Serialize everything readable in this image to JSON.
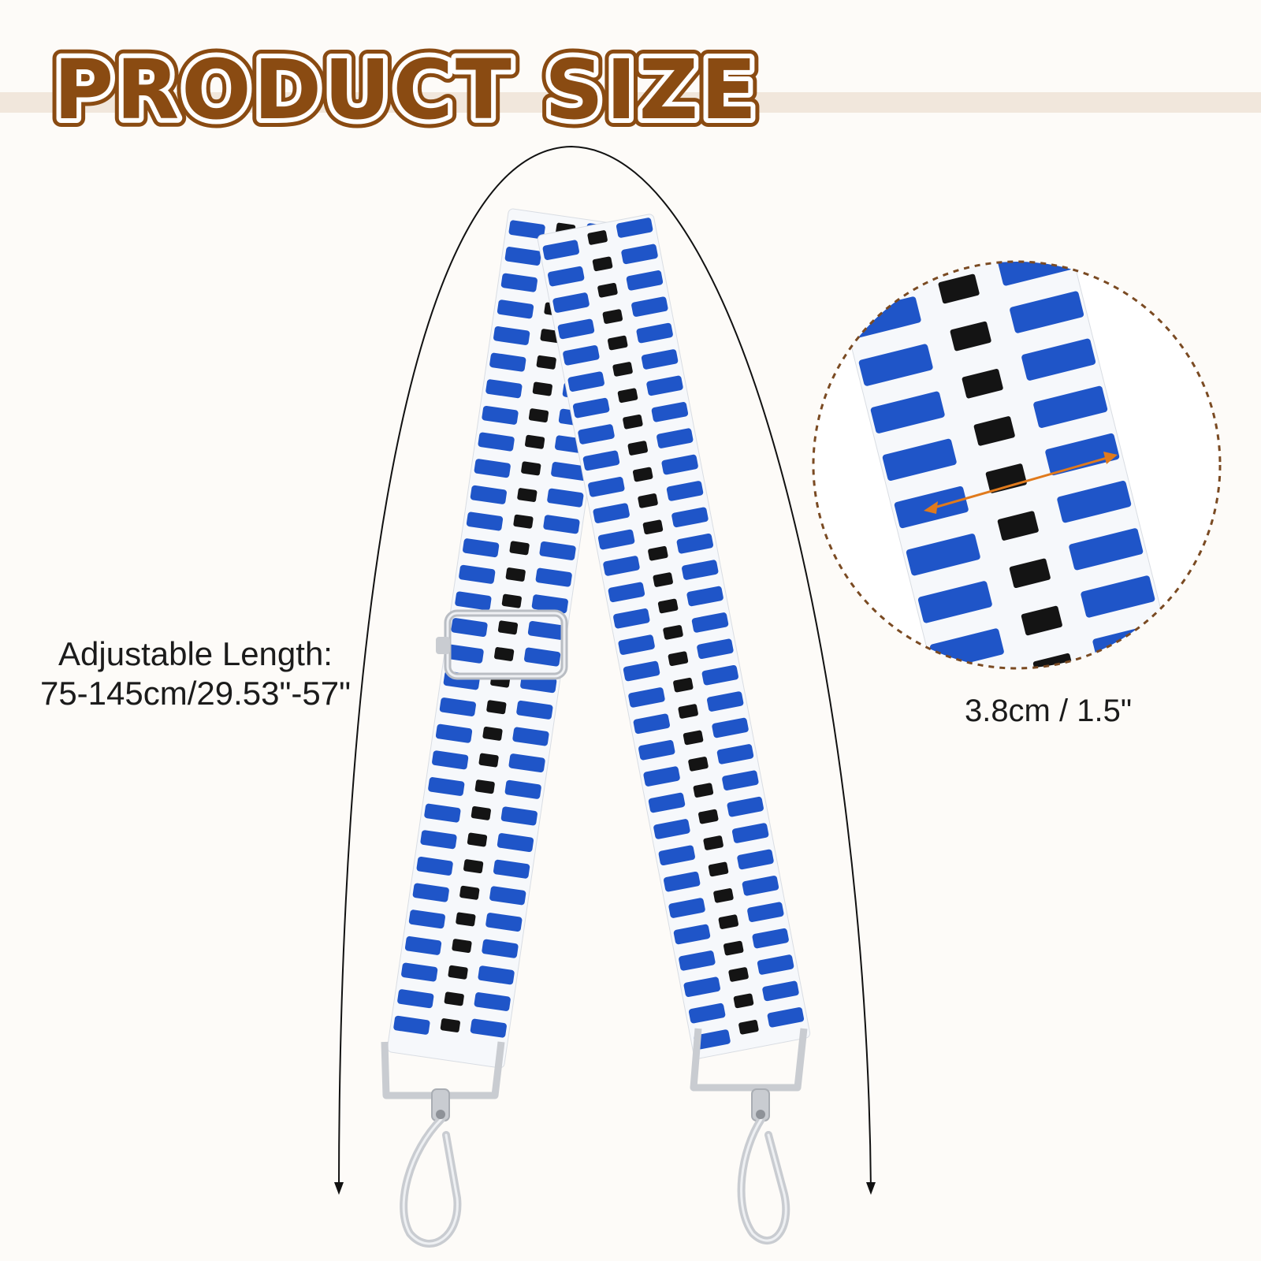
{
  "title": "PRODUCT SIZE",
  "length_label": {
    "line1": "Adjustable Length:",
    "line2": "75-145cm/29.53\"-57\""
  },
  "width_label": "3.8cm / 1.5\"",
  "colors": {
    "title_fill": "#8a4b12",
    "title_outline": "#ffffff",
    "band": "#f1e7dc",
    "strap_blue": "#1f55c8",
    "strap_white": "#f6f8fb",
    "strap_black": "#141414",
    "hardware": "#c9ccd1",
    "dash_circle": "#7a4a22",
    "width_arrow": "#e07a1c"
  },
  "icons": [
    "strap-image",
    "buckle-icon",
    "swivel-hook-icon",
    "zoom-circle",
    "double-arrow-icon"
  ]
}
